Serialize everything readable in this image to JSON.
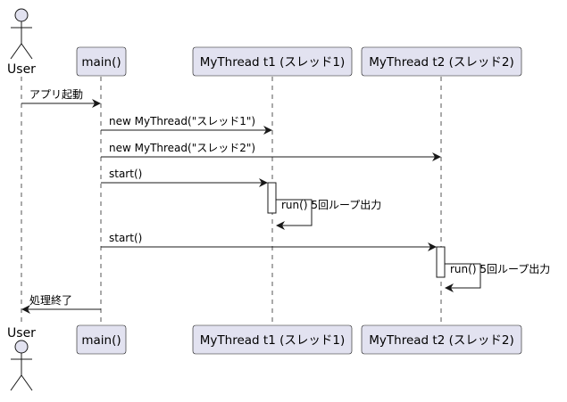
{
  "participants": [
    {
      "id": "user",
      "label": "User",
      "kind": "actor"
    },
    {
      "id": "main",
      "label": "main()",
      "kind": "participant"
    },
    {
      "id": "t1",
      "label": "MyThread t1 (スレッド1)",
      "kind": "participant"
    },
    {
      "id": "t2",
      "label": "MyThread t2 (スレッド2)",
      "kind": "participant"
    }
  ],
  "messages": [
    {
      "from": "user",
      "to": "main",
      "label": "アプリ起動"
    },
    {
      "from": "main",
      "to": "t1",
      "label": "new MyThread(\"スレッド1\")"
    },
    {
      "from": "main",
      "to": "t2",
      "label": "new MyThread(\"スレッド2\")"
    },
    {
      "from": "main",
      "to": "t1",
      "label": "start()"
    },
    {
      "from": "t1",
      "to": "t1",
      "label": "run() 5回ループ出力"
    },
    {
      "from": "main",
      "to": "t2",
      "label": "start()"
    },
    {
      "from": "t2",
      "to": "t2",
      "label": "run() 5回ループ出力"
    },
    {
      "from": "main",
      "to": "user",
      "label": "処理終了"
    }
  ],
  "colors": {
    "participant_fill": "#e2e2f0",
    "border": "#181818",
    "lifeline": "#555555",
    "background": "#ffffff"
  }
}
